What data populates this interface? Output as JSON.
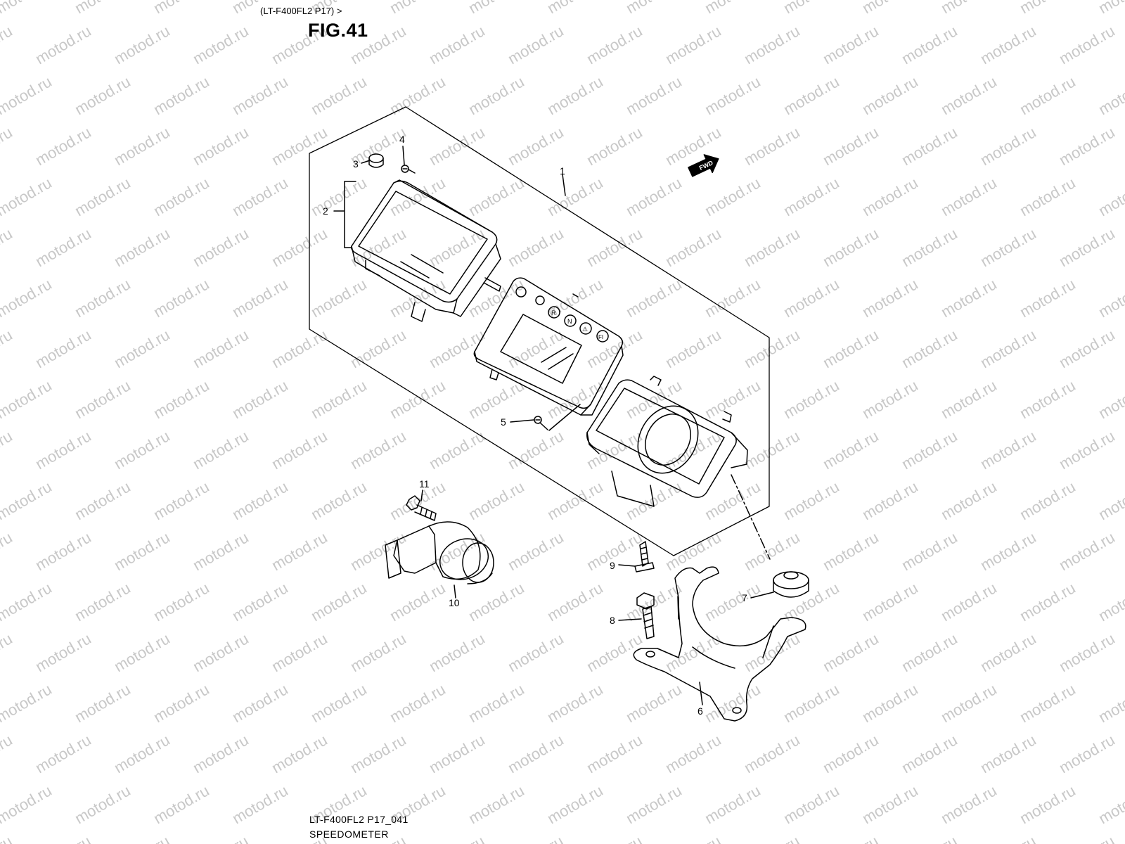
{
  "header": {
    "model_ref": "(LT-F400FL2 P17) >",
    "figure": "FIG.41"
  },
  "footer": {
    "code": "LT-F400FL2 P17_041",
    "title": "SPEEDOMETER"
  },
  "watermark": {
    "text": "motod.ru",
    "color": "#c8c8c8"
  },
  "direction_marker": {
    "text": "FWD"
  },
  "display_indicators": [
    "R",
    "N",
    "⚠",
    "FI"
  ],
  "callouts": [
    {
      "id": "c1",
      "label": "1"
    },
    {
      "id": "c2",
      "label": "2"
    },
    {
      "id": "c3",
      "label": "3"
    },
    {
      "id": "c4",
      "label": "4"
    },
    {
      "id": "c5",
      "label": "5"
    },
    {
      "id": "c6",
      "label": "6"
    },
    {
      "id": "c7",
      "label": "7"
    },
    {
      "id": "c8",
      "label": "8"
    },
    {
      "id": "c9",
      "label": "9"
    },
    {
      "id": "c10",
      "label": "10"
    },
    {
      "id": "c11",
      "label": "11"
    }
  ],
  "colors": {
    "ink": "#000000",
    "background": "#ffffff"
  }
}
